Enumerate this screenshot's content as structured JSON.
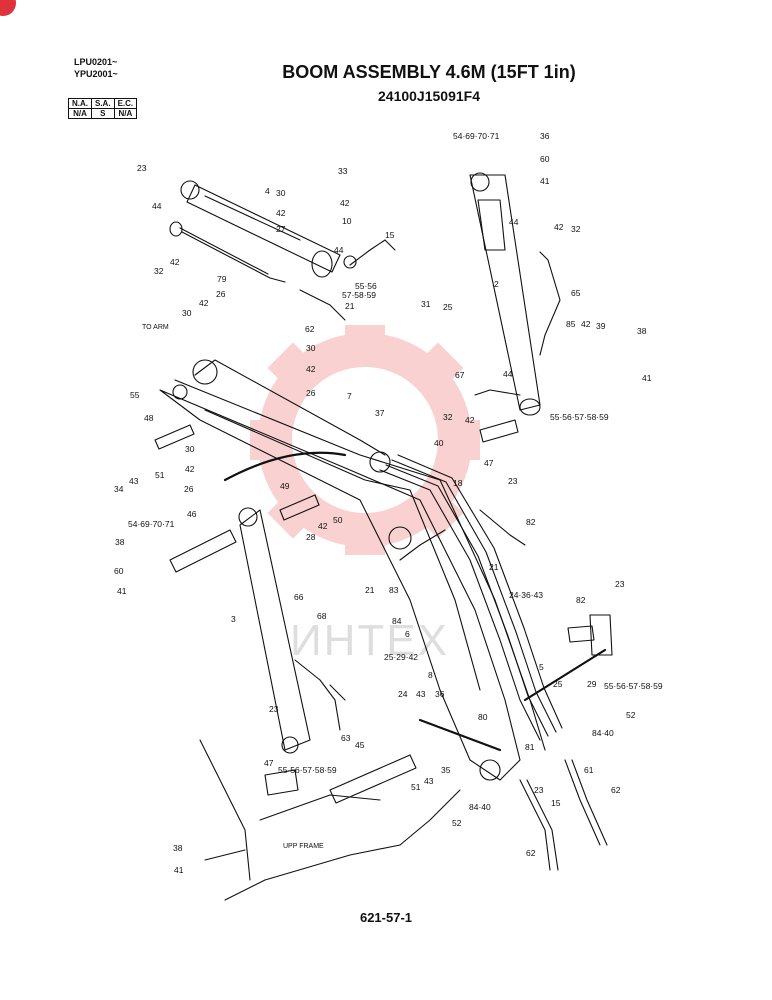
{
  "header": {
    "serials": [
      "LPU0201~",
      "YPU2001~"
    ],
    "title": "BOOM ASSEMBLY 4.6M (15FT 1in)",
    "part_number": "24100J15091F4"
  },
  "availability": {
    "headers": [
      "N.A.",
      "S.A.",
      "E.C."
    ],
    "values": [
      "N/A",
      "S",
      "N/A"
    ]
  },
  "annotations": {
    "to_arm": "TO ARM",
    "upp_frame": "UPP FRAME"
  },
  "watermark": "ИНТЕХ",
  "colors": {
    "watermark": "#e8332e",
    "corner_mark": "#e0323a",
    "line": "#111111"
  },
  "callouts": {
    "c1": "23",
    "c2": "4",
    "c3": "33",
    "c4": "30",
    "c5": "42",
    "c6": "44",
    "c7": "42",
    "c8": "10",
    "c9": "27",
    "c10": "15",
    "c11": "44",
    "c12": "32",
    "c13": "42",
    "c14": "79",
    "c15": "55·56",
    "c16": "57·58·59",
    "c17": "21",
    "c18": "62",
    "c19": "26",
    "c20": "42",
    "c21": "30",
    "c22": "30",
    "c23": "42",
    "c24": "26",
    "c25": "7",
    "c26": "55",
    "c27": "37",
    "c28": "48",
    "c29": "40",
    "c30": "30",
    "c31": "42",
    "c32": "26",
    "c33": "34",
    "c34": "43",
    "c35": "51",
    "c36": "18",
    "c37": "49",
    "c38": "46",
    "c39": "54·69·70·71",
    "c40": "42",
    "c41": "50",
    "c42": "28",
    "c43": "38",
    "c44": "60",
    "c45": "41",
    "c46": "21",
    "c47": "83",
    "c48": "82",
    "c49": "21",
    "c50": "3",
    "c51": "66",
    "c52": "68",
    "c53": "84",
    "c54": "6",
    "c55": "24·36·43",
    "c56": "25·29·42",
    "c57": "8",
    "c58": "5",
    "c59": "63",
    "c60": "23",
    "c61": "47",
    "c62": "55·56·57·58·59",
    "c63": "45",
    "c64": "24",
    "c65": "43",
    "c66": "36",
    "c67": "80",
    "c68": "43",
    "c69": "35",
    "c70": "51",
    "c71": "84·40",
    "c72": "52",
    "c73": "38",
    "c74": "41",
    "c75": "54·69·70·71",
    "c76": "36",
    "c77": "60",
    "c78": "41",
    "c79": "2",
    "c80": "44",
    "c81": "42",
    "c82": "32",
    "c83": "65",
    "c84": "31",
    "c85": "25",
    "c86": "85",
    "c87": "42",
    "c88": "39",
    "c89": "38",
    "c90": "41",
    "c91": "67",
    "c92": "44",
    "c93": "32",
    "c94": "42",
    "c95": "55·56·57·58·59",
    "c96": "47",
    "c97": "23",
    "c98": "23",
    "c99": "82",
    "c100": "25",
    "c101": "29",
    "c102": "55·56·57·58·59",
    "c103": "52",
    "c104": "84·40",
    "c105": "81",
    "c106": "61",
    "c107": "23",
    "c108": "15",
    "c109": "62",
    "c110": "62"
  },
  "footer": {
    "page_number": "621-57-1"
  }
}
